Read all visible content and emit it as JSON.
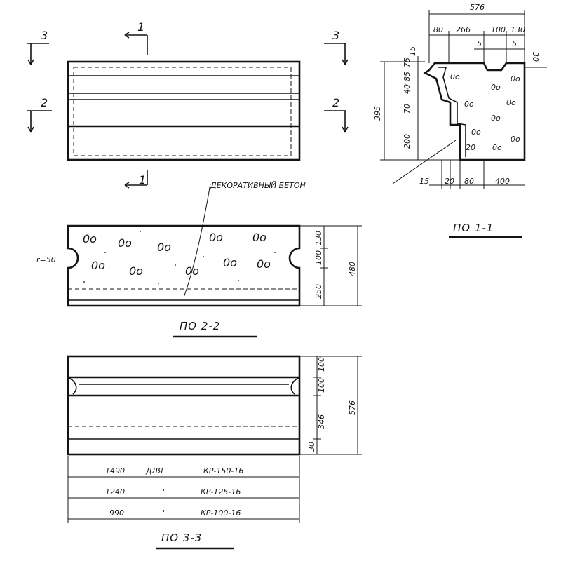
{
  "section_marks": {
    "top": "1",
    "left_upper": "3",
    "right_upper": "3",
    "left_mid": "2",
    "right_mid": "2",
    "bottom": "1"
  },
  "note": "ДЕКОРАТИВНЫЙ БЕТОН",
  "captions": {
    "section_1_1": "ПО 1-1",
    "section_2_2": "ПО 2-2",
    "section_3_3": "ПО 3-3"
  },
  "dims_1_1": {
    "total_width": "576",
    "top_80": "80",
    "top_266": "266",
    "top_100": "100",
    "top_130": "130",
    "small_5a": "5",
    "small_5b": "5",
    "right_30": "30",
    "left_15": "15",
    "left_75": "75",
    "left_85": "85",
    "left_40": "40",
    "left_70": "70",
    "left_200": "200",
    "height_395": "395",
    "inner_20": "20",
    "bottom_15": "15",
    "bottom_20": "20",
    "bottom_80": "80",
    "bottom_400": "400"
  },
  "dims_2_2": {
    "recess_r": "r=50",
    "d_130": "130",
    "d_100": "100",
    "d_250": "250",
    "height_480": "480"
  },
  "dims_3_3": {
    "d_100": "100",
    "d_100b": "100",
    "d_346": "346",
    "d_30": "30",
    "height_576": "576"
  },
  "length_table": [
    {
      "length": "1490",
      "for": "ДЛЯ",
      "mark": "КР-150-16"
    },
    {
      "length": "1240",
      "for": "\"",
      "mark": "КР-125-16"
    },
    {
      "length": "990",
      "for": "\"",
      "mark": "КР-100-16"
    }
  ],
  "aggregate_glyph": "0o"
}
